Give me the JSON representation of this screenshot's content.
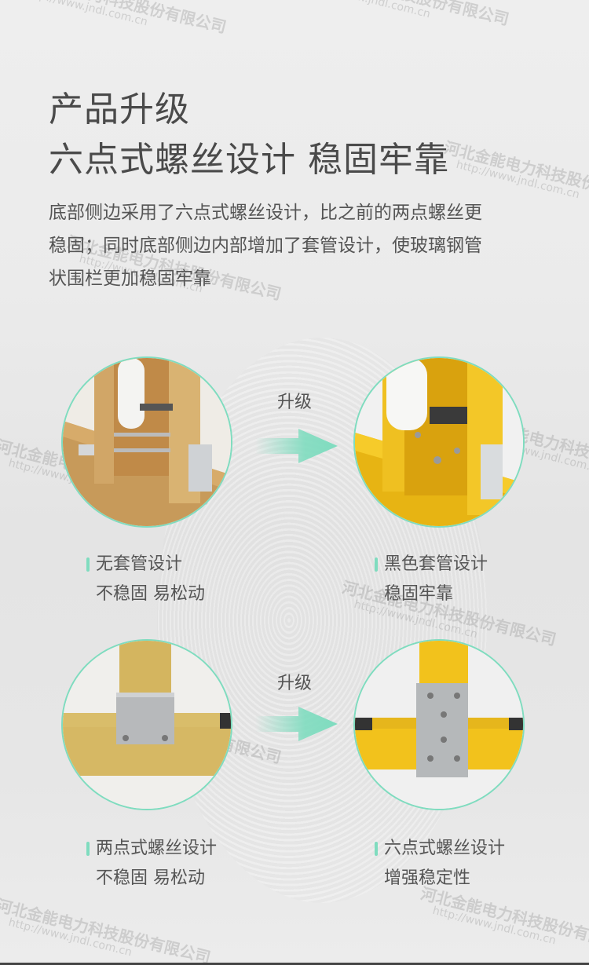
{
  "header": {
    "title_line1": "产品升级",
    "title_line2": "六点式螺丝设计 稳固牢靠"
  },
  "description": {
    "line1": "底部侧边采用了六点式螺丝设计，比之前的两点螺丝更",
    "line2": "稳固；同时底部侧边内部增加了套管设计，使玻璃钢管",
    "line3": "状围栏更加稳固牢靠"
  },
  "comparisons": [
    {
      "upgrade_label": "升级",
      "before": {
        "title": "无套管设计",
        "subtitle": "不稳固 易松动",
        "image": "wooden-frame-no-sleeve"
      },
      "after": {
        "title": "黑色套管设计",
        "subtitle": "稳固牢靠",
        "image": "yellow-frame-black-sleeve"
      }
    },
    {
      "upgrade_label": "升级",
      "before": {
        "title": "两点式螺丝设计",
        "subtitle": "不稳固 易松动",
        "image": "tan-joint-two-screws"
      },
      "after": {
        "title": "六点式螺丝设计",
        "subtitle": "增强稳定性",
        "image": "yellow-joint-six-screws"
      }
    }
  ],
  "watermark": {
    "company": "河北金能电力科技股份有限公司",
    "url": "http://www.jndl.com.cn"
  },
  "colors": {
    "accent": "#7fdcbf",
    "title_text": "#4a4a4a",
    "body_text": "#555555",
    "frp_yellow": "#f2c21c",
    "frp_tan": "#d9b46a"
  },
  "icons": {
    "arrow": "arrow-right-icon"
  }
}
